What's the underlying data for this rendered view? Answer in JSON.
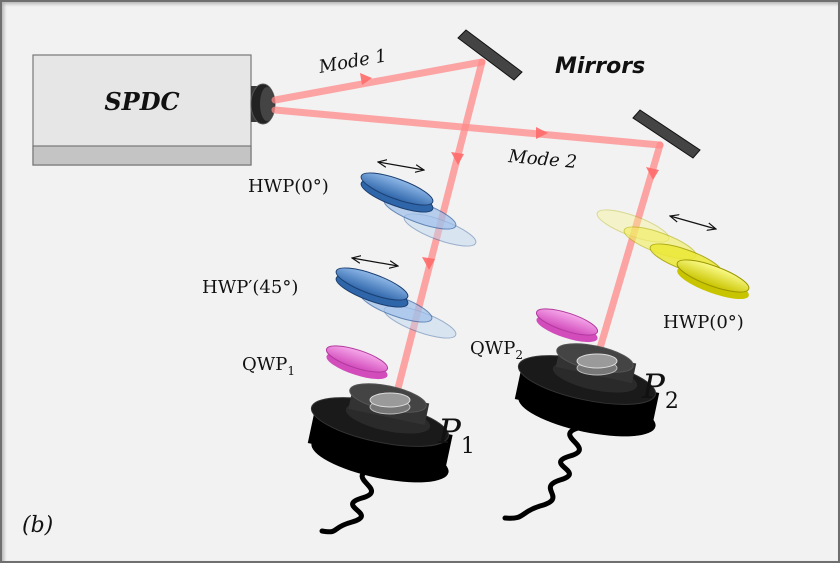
{
  "source": {
    "label": "SPDC"
  },
  "mirrors_label": "Mirrors",
  "modes": {
    "mode1": "Mode 1",
    "mode2": "Mode 2"
  },
  "waveplates": {
    "hwp_left": "HWP(0°)",
    "hwp_left_prime": "HWP′(45°)",
    "qwp_left": "QWP",
    "qwp_left_sub": "1",
    "qwp_right": "QWP",
    "qwp_right_sub": "2",
    "hwp_right": "HWP(0°)"
  },
  "detectors": {
    "p1": "P",
    "p1_sub": "1",
    "p2": "P",
    "p2_sub": "2"
  },
  "panel_label": "(b)",
  "colors": {
    "beam": "#ff8a8a",
    "hwp_blue": "#4f86c8",
    "hwp_yellow": "#e8e61a",
    "qwp_pink": "#e86fd0",
    "detector": "#111111"
  }
}
